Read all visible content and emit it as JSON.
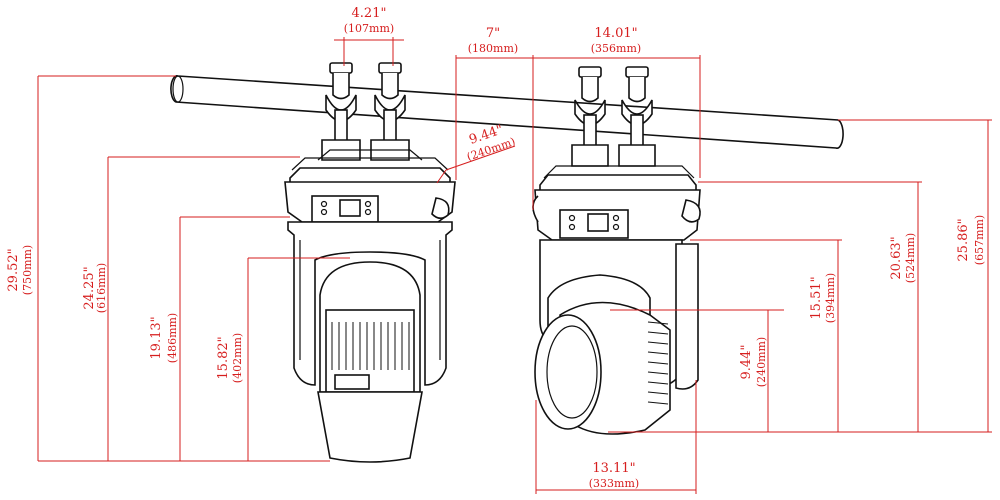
{
  "dimensions": {
    "bracket_spacing": {
      "in": "4.21\"",
      "mm": "(107mm)"
    },
    "offset": {
      "in": "7\"",
      "mm": "(180mm)"
    },
    "depth_top": {
      "in": "14.01\"",
      "mm": "(356mm)"
    },
    "base_width": {
      "in": "9.44\"",
      "mm": "(240mm)"
    },
    "total_height": {
      "in": "29.52\"",
      "mm": "(750mm)"
    },
    "height_base_top": {
      "in": "24.25\"",
      "mm": "(616mm)"
    },
    "height_yoke": {
      "in": "19.13\"",
      "mm": "(486mm)"
    },
    "height_head": {
      "in": "15.82\"",
      "mm": "(402mm)"
    },
    "side_height_total": {
      "in": "25.86\"",
      "mm": "(657mm)"
    },
    "side_height_base": {
      "in": "20.63\"",
      "mm": "(524mm)"
    },
    "side_height_yoke": {
      "in": "15.51\"",
      "mm": "(394mm)"
    },
    "side_height_head": {
      "in": "9.44\"",
      "mm": "(240mm)"
    },
    "depth_bottom": {
      "in": "13.11\"",
      "mm": "(333mm)"
    }
  },
  "colors": {
    "dimension": "#d61e1e",
    "outline": "#111111"
  }
}
